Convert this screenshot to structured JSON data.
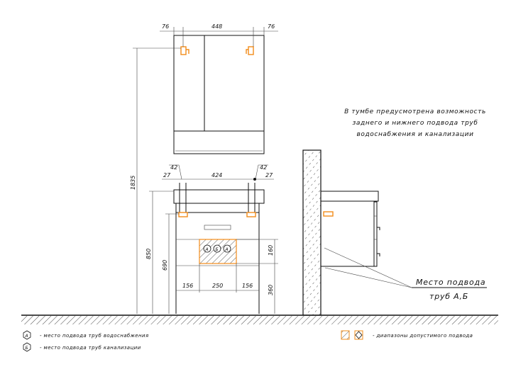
{
  "dimensions": {
    "mirror": {
      "left": "76",
      "middle": "448",
      "right": "76"
    },
    "vanity_top": {
      "left_offset": "42",
      "right_offset": "42",
      "left_edge": "27",
      "middle": "424",
      "right_edge": "27"
    },
    "vanity_bottom": {
      "left": "156",
      "middle": "250",
      "right": "156"
    },
    "heights": {
      "total": "1835",
      "vanity": "850",
      "pipe": "690",
      "zone": "160",
      "zone_base": "360"
    }
  },
  "zone_markers": [
    "А",
    "Б",
    "А"
  ],
  "note": {
    "lines": [
      "В тумбе предусмотрена возможность",
      "заднего и нижнего подвода труб",
      "водоснабжения и канализации"
    ]
  },
  "callout": {
    "line1": "Место подвода",
    "line2": "труб А,Б"
  },
  "legend": {
    "items": [
      {
        "symbol": "А",
        "text": "- место подвода труб водоснабжения"
      },
      {
        "symbol": "Б",
        "text": "- место подвода труб канализации"
      }
    ],
    "range_text": "- диапазоны допустимого подвода"
  },
  "colors": {
    "accent": "#f28c1a",
    "line": "#111111"
  }
}
